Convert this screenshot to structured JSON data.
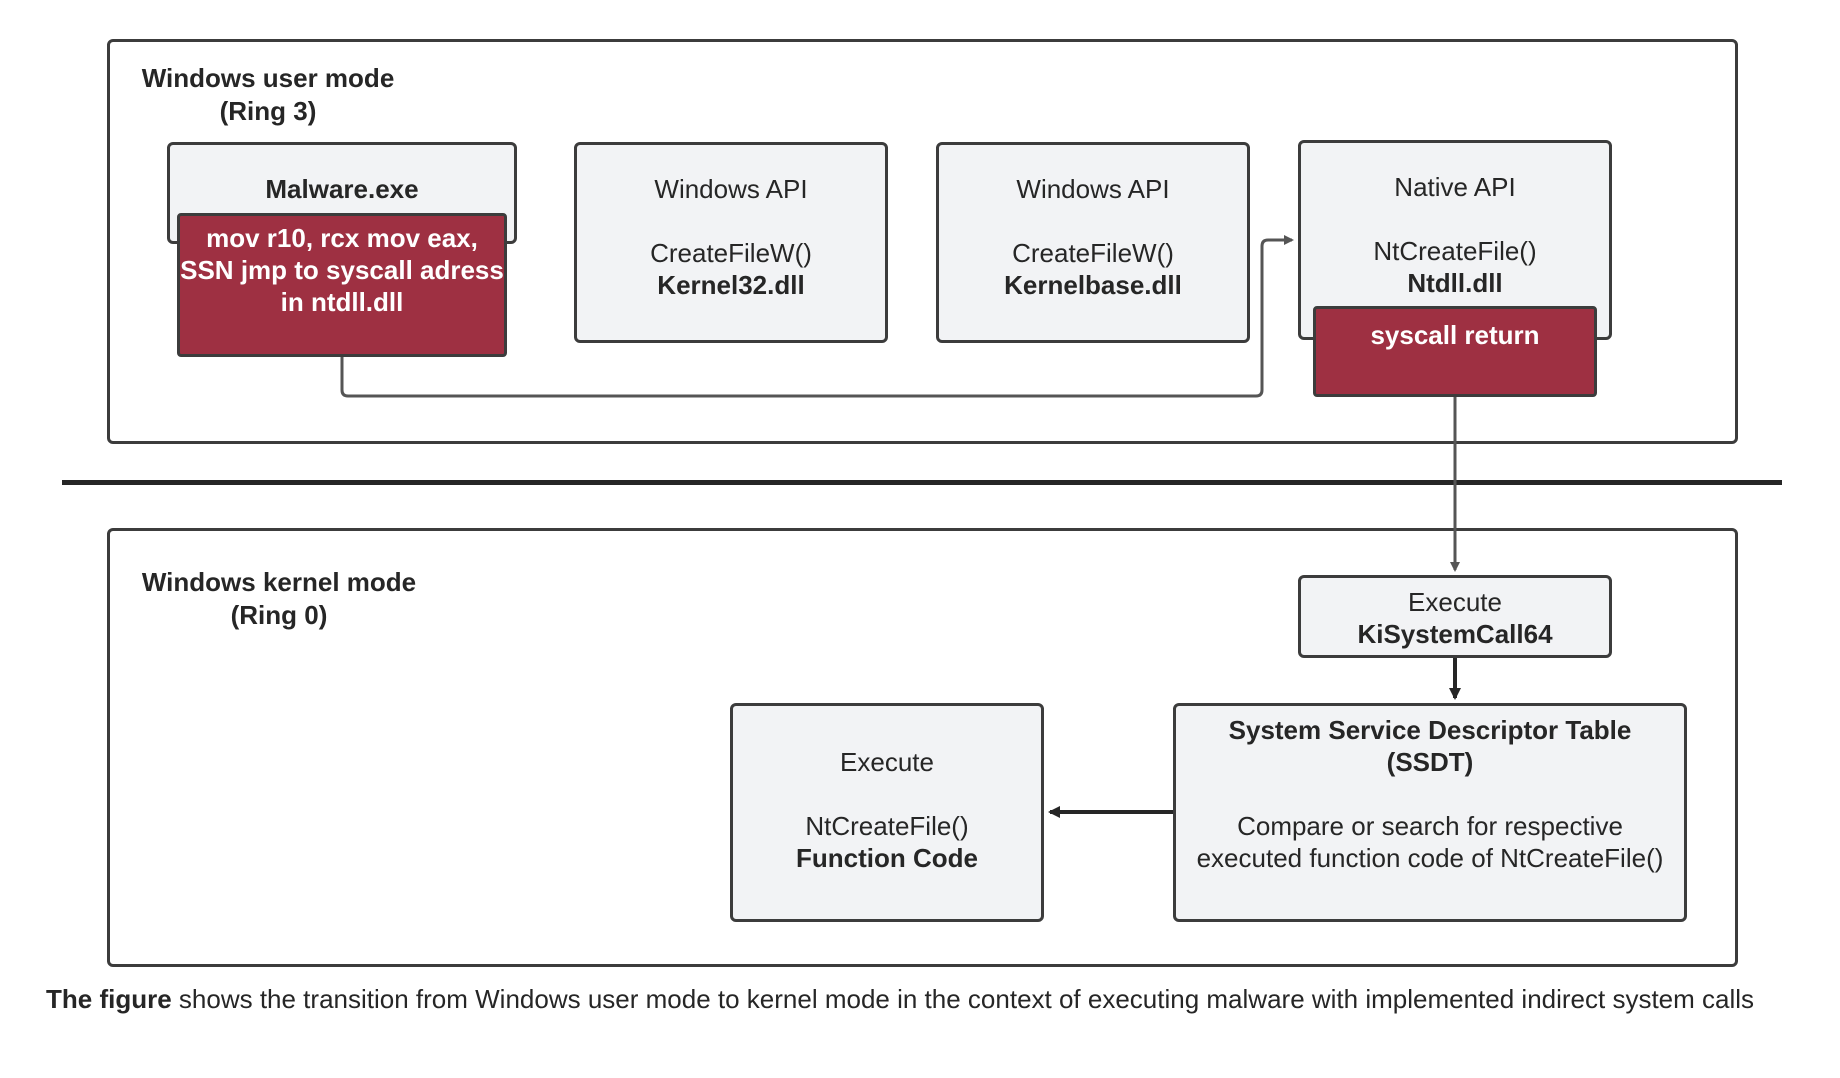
{
  "user_mode": {
    "title_line1": "Windows user mode",
    "title_line2": "(Ring 3)",
    "malware": {
      "title": "Malware.exe",
      "code": [
        "mov r10, rcx",
        "mov eax, SSN",
        "jmp to syscall adress",
        "in ntdll.dll"
      ]
    },
    "winapi_kernel32": {
      "label": "Windows API",
      "func": "CreateFileW()",
      "dll": "Kernel32.dll"
    },
    "winapi_kernelbase": {
      "label": "Windows API",
      "func": "CreateFileW()",
      "dll": "Kernelbase.dll"
    },
    "native_api": {
      "label": "Native API",
      "func": "NtCreateFile()",
      "dll": "Ntdll.dll",
      "code": [
        "syscall",
        "return"
      ]
    }
  },
  "kernel_mode": {
    "title_line1": "Windows kernel mode",
    "title_line2": "(Ring 0)",
    "kisyscall": {
      "line1": "Execute",
      "line2": "KiSystemCall64"
    },
    "ssdt": {
      "title1": "System Service Descriptor Table",
      "title2": "(SSDT)",
      "desc1": "Compare or search for respective",
      "desc2": "executed function code of NtCreateFile()"
    },
    "exec_func": {
      "line1": "Execute",
      "line2": "NtCreateFile()",
      "line3": "Function Code"
    }
  },
  "caption": {
    "bold": "The figure",
    "rest": " shows the transition from Windows user mode to kernel mode in the context of executing malware with implemented indirect system calls"
  },
  "colors": {
    "accent_red": "#9e3042",
    "box_fill": "#f2f3f5",
    "border": "#3c3c3c",
    "connector": "#555555"
  }
}
